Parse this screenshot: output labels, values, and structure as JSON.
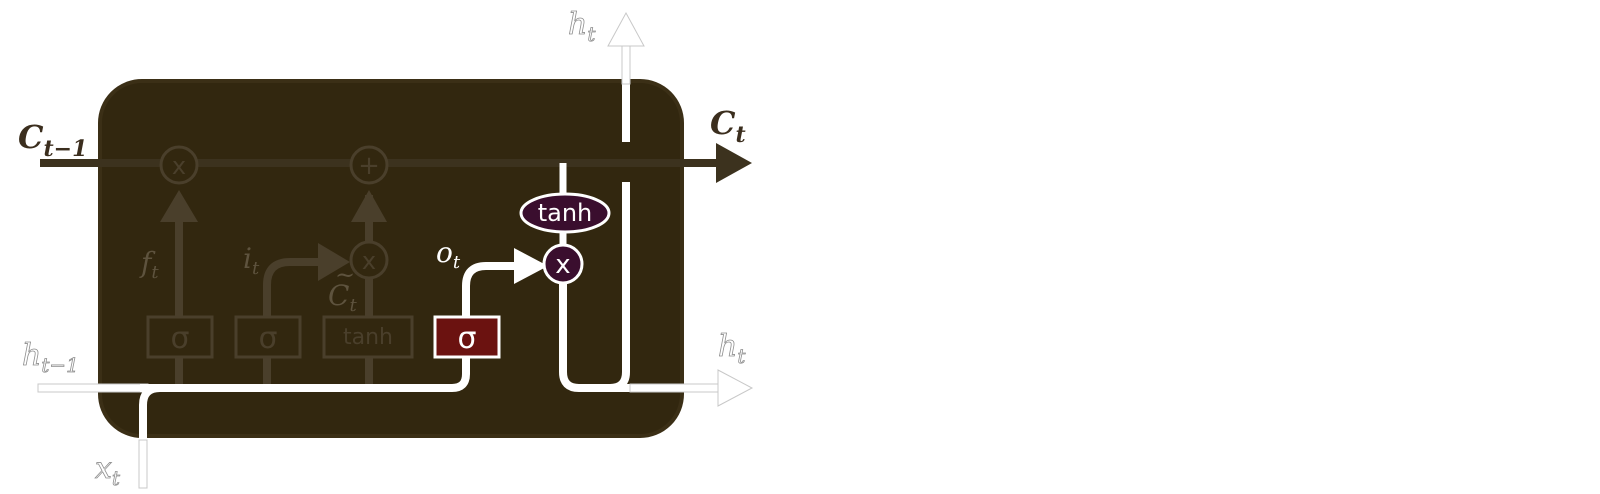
{
  "colors": {
    "cell_fill": "#32270f",
    "cell_border": "#3b2f16",
    "faded": "#4a3f2b",
    "cell_line": "#3c321e",
    "white": "#ffffff",
    "out_gate_fill": "#6b1210",
    "active_op_fill": "#3a0e2e",
    "label_dark": "#3b2e1e",
    "label_light": "#ffffff",
    "label_faded": "#5e533e"
  },
  "labels": {
    "c_prev": {
      "main": "C",
      "sub": "t−1"
    },
    "c_t": {
      "main": "C",
      "sub": "t"
    },
    "h_prev": {
      "main": "h",
      "sub": "t−1"
    },
    "x_t": {
      "main": "x",
      "sub": "t"
    },
    "h_top": {
      "main": "h",
      "sub": "t"
    },
    "h_right": {
      "main": "h",
      "sub": "t"
    },
    "f_t": {
      "main": "f",
      "sub": "t"
    },
    "i_t": {
      "main": "i",
      "sub": "t"
    },
    "c_tilde": {
      "main": "C",
      "tilde": "~",
      "sub": "t"
    },
    "o_t": {
      "main": "o",
      "sub": "t"
    }
  },
  "gates": {
    "forget": "σ",
    "input": "σ",
    "candidate": "tanh",
    "output": "σ"
  },
  "ops": {
    "forget_mul": "x",
    "add": "+",
    "input_mul": "x",
    "tanh": "tanh",
    "output_mul": "x"
  }
}
